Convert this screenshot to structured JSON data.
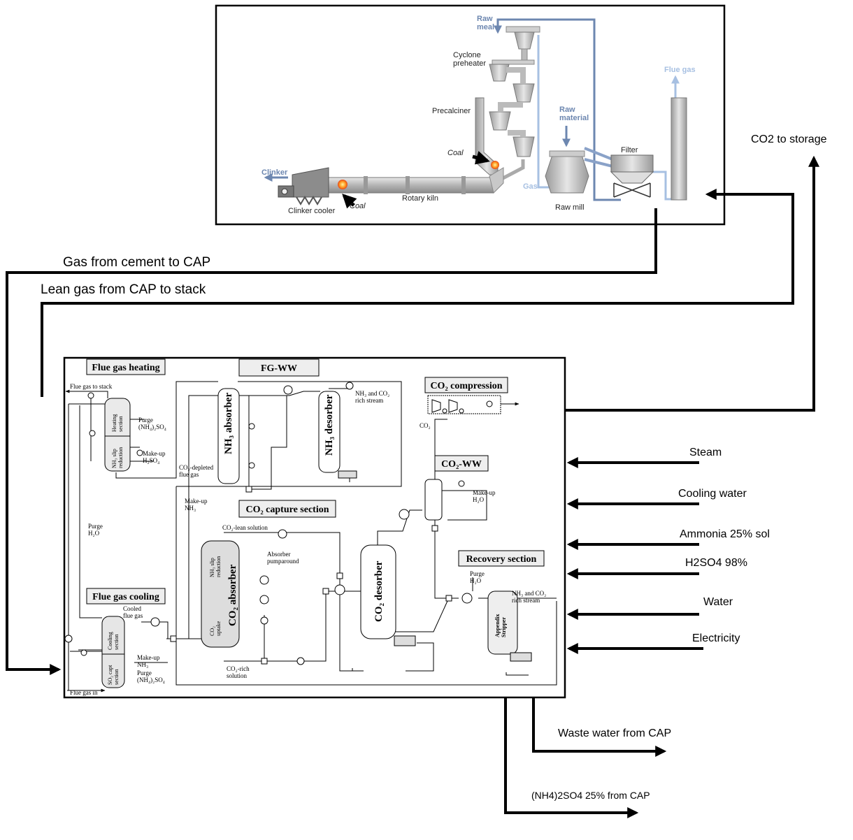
{
  "cement_plant": {
    "labels": {
      "raw_meal": "Raw\nmeal",
      "cyclone_preheater": "Cyclone\npreheater",
      "precalciner": "Precalciner",
      "coal_top": "Coal",
      "coal_bottom": "Coal",
      "clinker": "Clinker",
      "clinker_cooler": "Clinker cooler",
      "rotary_kiln": "Rotary kiln",
      "raw_material": "Raw\nmaterial",
      "gas": "Gas",
      "raw_mill": "Raw mill",
      "filter": "Filter",
      "flue_gas": "Flue gas"
    }
  },
  "flows": {
    "co2_to_storage": "CO2 to storage",
    "gas_to_cap": "Gas from cement to CAP",
    "lean_gas_to_stack": "Lean gas from CAP to stack",
    "steam": "Steam",
    "cooling_water": "Cooling water",
    "ammonia": "Ammonia 25% sol",
    "h2so4": "H2SO4 98%",
    "water": "Water",
    "electricity": "Electricity",
    "waste_water": "Waste water from CAP",
    "ammonium_sulfate": "(NH4)2SO4 25% from CAP"
  },
  "cap": {
    "sections": {
      "flue_gas_heating": "Flue gas heating",
      "fg_ww": "FG-WW",
      "co2_compression": "CO₂ compression",
      "co2_ww": "CO₂-WW",
      "co2_capture": "CO₂ capture section",
      "recovery": "Recovery section",
      "flue_gas_cooling": "Flue gas cooling"
    },
    "columns": {
      "nh3_absorber": "NH₃ absorber",
      "nh3_desorber": "NH₃ desorber",
      "co2_absorber": "CO₂ absorber",
      "co2_desorber": "CO₂ desorber",
      "appendix_stripper": "Appendix\nStripper",
      "heating_section": "Heating\nsection",
      "nh3_slip_reduction": "NH₃ slip\nreduction",
      "abs_nh3_slip": "NH₃ slip\nreduction",
      "co2_uptake": "CO₂\nuptake",
      "cooling_section": "Cooling\nsection",
      "so2_capt": "SO₂ capt\nsection"
    },
    "annotations": {
      "flue_gas_to_stack": "Flue gas to stack",
      "purge_nh4so4": "Purge\n(NH₄)₂SO₄",
      "makeup_h2so4": "Make-up\nH₂SO₄",
      "nh3_co2_rich_top": "NH₃ and CO₂\nrich stream",
      "co2_depleted": "CO₂-depleted\nflue gas",
      "co2": "CO₂",
      "makeup_nh3": "Make-up\nNH₃",
      "co2_lean": "CO₂-lean solution",
      "absorber_pumparound": "Absorber\npumparound",
      "makeup_h2o": "Make-up\nH₂O",
      "purge_h2o_left": "Purge\nH₂O",
      "purge_h2o_right": "Purge\nH₂O",
      "nh3_co2_rich_right": "NH₃ and CO₂\nrich stream",
      "cooled_flue_gas": "Cooled\nflue gas",
      "makeup_nh3_cool": "Make-up\nNH₃",
      "purge_nh4so4_cool": "Purge\n(NH₄)₂SO₄",
      "co2_rich": "CO₂-rich\nsolution",
      "flue_gas_in": "Flue gas in"
    }
  }
}
